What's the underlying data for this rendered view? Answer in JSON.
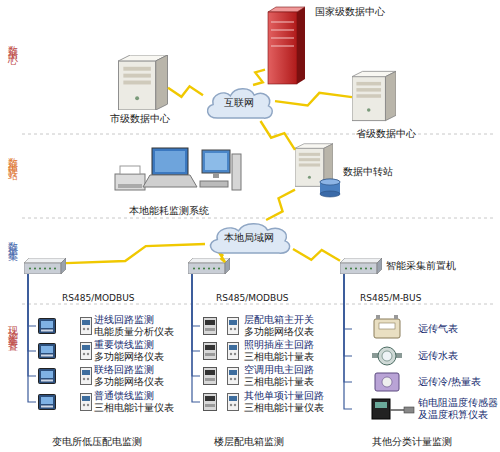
{
  "diagram": {
    "nodes": [
      {
        "text": [
          "国家级数据中心"
        ]
      },
      {
        "text": [
          "市级数据中心"
        ]
      },
      {
        "text": [
          "互联网"
        ]
      },
      {
        "text": [
          "省级数据中心"
        ]
      },
      {
        "text": [
          "数据中转站"
        ]
      },
      {
        "text": [
          "本地能耗监测系统"
        ]
      },
      {
        "text": [
          "本地局域网"
        ]
      },
      {
        "text": [
          "RS485/MODBUS"
        ]
      },
      {
        "text": [
          "RS485/MODBUS"
        ]
      },
      {
        "text": [
          "智能采集前置机",
          "RS485/M-BUS"
        ]
      },
      {
        "text": [
          "进线回路监测",
          "电能质量分析仪表"
        ]
      },
      {
        "text": [
          "重要馈线监测",
          "多功能网络仪表"
        ]
      },
      {
        "text": [
          "联络回路监测",
          "多功能网络仪表"
        ]
      },
      {
        "text": [
          "普通馈线监测",
          "三相电能计量仪表"
        ]
      },
      {
        "text": [
          "层配电箱主开关",
          "多功能网络仪表"
        ]
      },
      {
        "text": [
          "照明插座主回路",
          "三相电能计量表"
        ]
      },
      {
        "text": [
          "空调用电主回路",
          "三相电能计量表"
        ]
      },
      {
        "text": [
          "其他单项计量回路",
          "三相电能计量仪表"
        ]
      },
      {
        "text": [
          "远传气表"
        ]
      },
      {
        "text": [
          "远传水表"
        ]
      },
      {
        "text": [
          "远传冷/热量表"
        ]
      },
      {
        "text": [
          "铂电阻温度传感器 及温度积算仪表"
        ]
      }
    ],
    "edges": [
      {
        "from": 0,
        "to": 2,
        "arrow": "none"
      },
      {
        "from": 1,
        "to": 2,
        "arrow": "none"
      },
      {
        "from": 3,
        "to": 2,
        "arrow": "none"
      },
      {
        "from": 2,
        "to": 4,
        "arrow": "none"
      },
      {
        "from": 4,
        "to": 6,
        "arrow": "none"
      },
      {
        "from": 6,
        "to": 7,
        "arrow": "none"
      },
      {
        "from": 6,
        "to": 8,
        "arrow": "none"
      },
      {
        "from": 6,
        "to": 9,
        "arrow": "none"
      },
      {
        "from": 7,
        "to": 10,
        "arrow": "none"
      },
      {
        "from": 7,
        "to": 11,
        "arrow": "none"
      },
      {
        "from": 7,
        "to": 12,
        "arrow": "none"
      },
      {
        "from": 7,
        "to": 13,
        "arrow": "none"
      },
      {
        "from": 8,
        "to": 14,
        "arrow": "none"
      },
      {
        "from": 8,
        "to": 15,
        "arrow": "none"
      },
      {
        "from": 8,
        "to": 16,
        "arrow": "none"
      },
      {
        "from": 8,
        "to": 17,
        "arrow": "none"
      },
      {
        "from": 9,
        "to": 18,
        "arrow": "none"
      },
      {
        "from": 9,
        "to": 19,
        "arrow": "none"
      },
      {
        "from": 9,
        "to": 20,
        "arrow": "none"
      },
      {
        "from": 9,
        "to": 21,
        "arrow": "none"
      }
    ],
    "labels": [
      "数据中心",
      "数据中转站",
      "数据采集",
      "现场采集装置",
      "变电所低压配电监测",
      "楼层配电箱监测",
      "其他分类计量监测"
    ]
  }
}
